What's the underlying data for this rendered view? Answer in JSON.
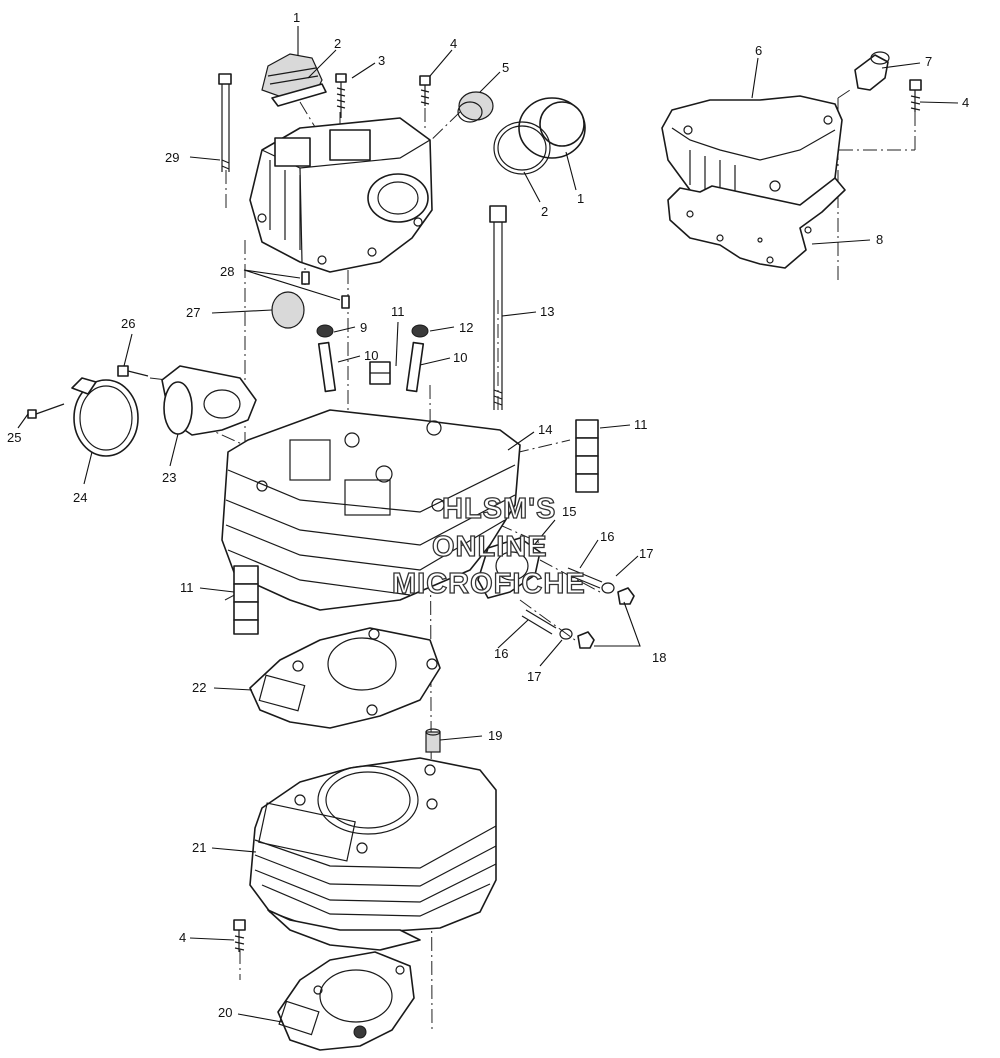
{
  "watermark": [
    "HLSM'S",
    "ONLINE",
    "MICROFICHE"
  ],
  "callouts": [
    {
      "label": "1"
    },
    {
      "label": "2"
    },
    {
      "label": "3"
    },
    {
      "label": "4"
    },
    {
      "label": "5"
    },
    {
      "label": "1"
    },
    {
      "label": "2"
    },
    {
      "label": "6"
    },
    {
      "label": "7"
    },
    {
      "label": "4"
    },
    {
      "label": "8"
    },
    {
      "label": "29"
    },
    {
      "label": "28"
    },
    {
      "label": "27"
    },
    {
      "label": "9"
    },
    {
      "label": "11"
    },
    {
      "label": "12"
    },
    {
      "label": "10"
    },
    {
      "label": "10"
    },
    {
      "label": "13"
    },
    {
      "label": "26"
    },
    {
      "label": "25"
    },
    {
      "label": "24"
    },
    {
      "label": "23"
    },
    {
      "label": "14"
    },
    {
      "label": "11"
    },
    {
      "label": "15"
    },
    {
      "label": "16"
    },
    {
      "label": "17"
    },
    {
      "label": "11"
    },
    {
      "label": "16"
    },
    {
      "label": "17"
    },
    {
      "label": "18"
    },
    {
      "label": "22"
    },
    {
      "label": "19"
    },
    {
      "label": "21"
    },
    {
      "label": "4"
    },
    {
      "label": "20"
    }
  ]
}
